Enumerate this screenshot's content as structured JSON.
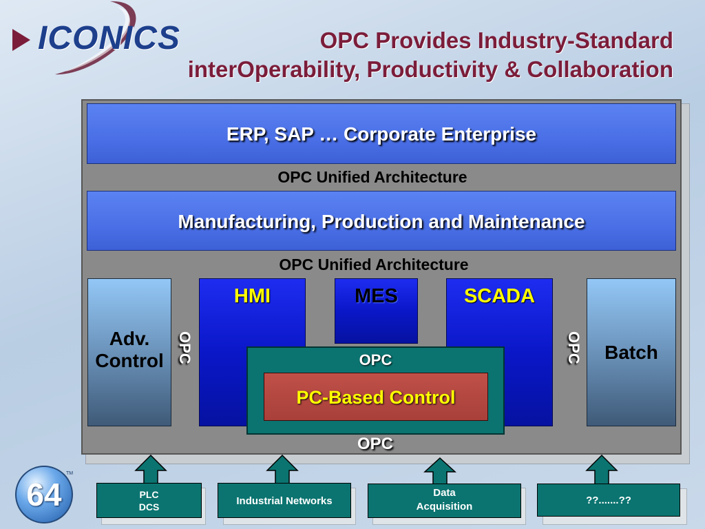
{
  "logo": {
    "text": "ICONICS",
    "arrow_icon": "play-arrow-icon"
  },
  "title": {
    "line1": "OPC Provides Industry-Standard",
    "line2": "interOperability,  Productivity & Collaboration"
  },
  "layers": {
    "erp": "ERP, SAP … Corporate Enterprise",
    "opc_ua_1": "OPC Unified Architecture",
    "mfg": "Manufacturing, Production and Maintenance",
    "opc_ua_2": "OPC Unified Architecture"
  },
  "boxes": {
    "adv_line1": "Adv.",
    "adv_line2": "Control",
    "hmi": "HMI",
    "mes": "MES",
    "scada": "SCADA",
    "batch": "Batch",
    "opc_left": "OPC",
    "opc_right": "OPC",
    "opc_center": "OPC",
    "pc_control": "PC-Based Control",
    "opc_bottom": "OPC"
  },
  "sources": {
    "plc_line1": "PLC",
    "plc_line2": "DCS",
    "networks": "Industrial Networks",
    "data_line1": "Data",
    "data_line2": "Acquisition",
    "other": "??.......??"
  },
  "badge": {
    "number": "64",
    "tm": "TM"
  },
  "colors": {
    "title": "#7b1d3a",
    "blue_bar": "#4a6fe6",
    "teal": "#0b7470",
    "yellow": "#ffff00",
    "pc_red": "#a8403a"
  }
}
